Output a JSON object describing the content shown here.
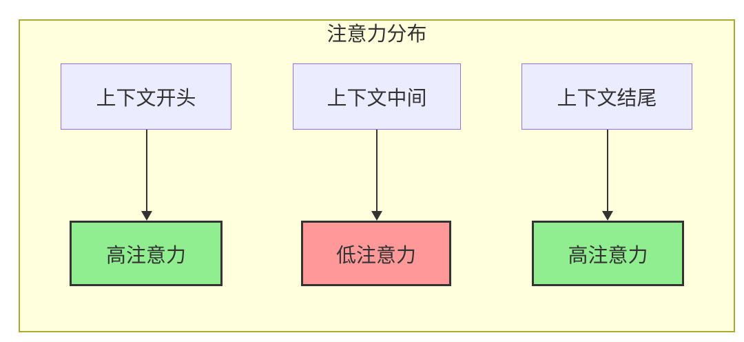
{
  "diagram": {
    "title": "注意力分布",
    "type": "flowchart",
    "colors": {
      "container_fill": "#ffffde",
      "container_border": "#aaaa33",
      "context_node_fill": "#ececff",
      "context_node_border": "#9370db",
      "high_attention_fill": "#90ee90",
      "low_attention_fill": "#ff9999",
      "result_node_border": "#333333",
      "arrow_color": "#333333",
      "text_color": "#333333"
    },
    "columns": [
      {
        "source": "上下文开头",
        "target": "高注意力",
        "attention_level": "high"
      },
      {
        "source": "上下文中间",
        "target": "低注意力",
        "attention_level": "low"
      },
      {
        "source": "上下文结尾",
        "target": "高注意力",
        "attention_level": "high"
      }
    ]
  }
}
